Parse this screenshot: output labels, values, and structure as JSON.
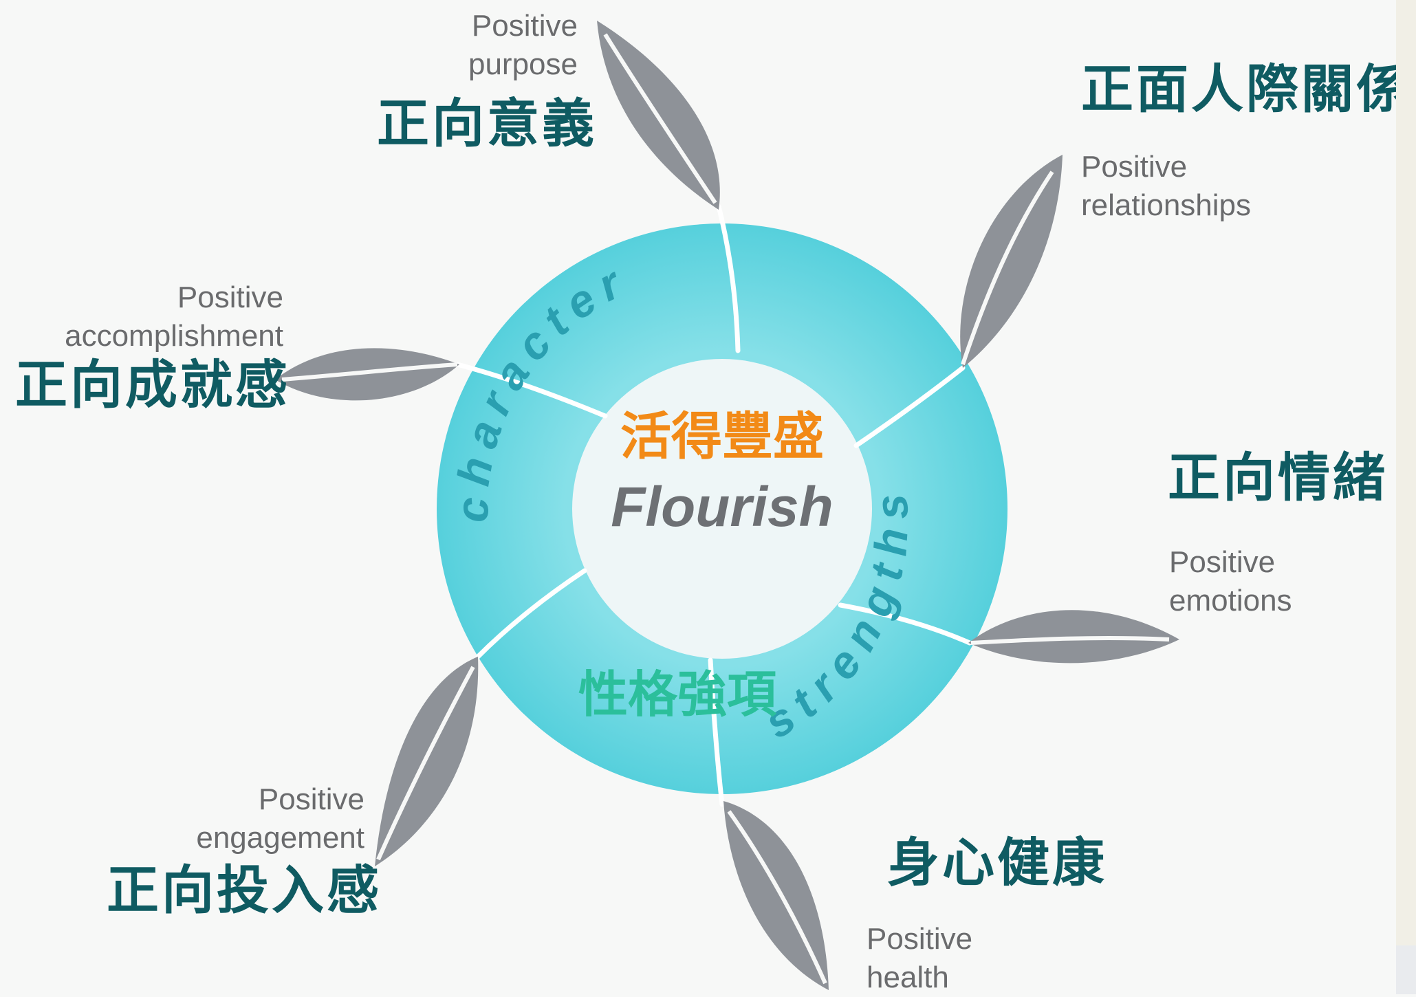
{
  "diagram": {
    "center": {
      "chinese_title": "活得豐盛",
      "english_title": "Flourish",
      "ring_text_top": "character",
      "ring_text_bottom": "strengths",
      "ring_chinese": "性格強項"
    },
    "petals": [
      {
        "id": "purpose",
        "english_line1": "Positive",
        "english_line2": "purpose",
        "chinese": "正向意義"
      },
      {
        "id": "relationships",
        "english_line1": "Positive",
        "english_line2": "relationships",
        "chinese": "正面人際關係"
      },
      {
        "id": "emotions",
        "english_line1": "Positive",
        "english_line2": "emotions",
        "chinese": "正向情緒"
      },
      {
        "id": "health",
        "english_line1": "Positive",
        "english_line2": "health",
        "chinese": "身心健康"
      },
      {
        "id": "engagement",
        "english_line1": "Positive",
        "english_line2": "engagement",
        "chinese": "正向投入感"
      },
      {
        "id": "accomplishment",
        "english_line1": "Positive",
        "english_line2": "accomplishment",
        "chinese": "正向成就感"
      }
    ],
    "colors": {
      "ring": "#56d0dc",
      "ring_light": "#86e0e8",
      "center": "#eef6f7",
      "leaf": "#8e9298",
      "chinese_label": "#0f5b62",
      "center_chinese": "#f28a17",
      "ring_chinese": "#2bbf9b",
      "ring_letters": "#2a9fb0",
      "flourish": "#6d7074"
    }
  }
}
